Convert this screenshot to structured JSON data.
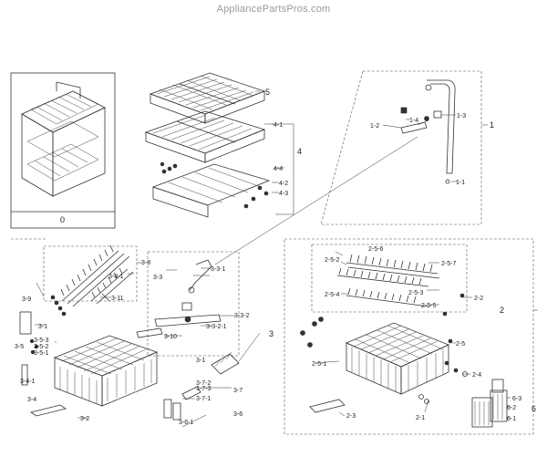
{
  "watermark": "AppliancePartsPros.com",
  "labels": {
    "p0": "0",
    "p5": "5",
    "p4_1": "4-1",
    "p4": "4",
    "p4_4": "4-4",
    "p4_2": "4-2",
    "p4_3": "4-3",
    "p1": "1",
    "p1_1": "1-1",
    "p1_2": "1-2",
    "p1_3": "1-3",
    "p1_4": "1-4",
    "p3": "3",
    "p3_1a": "3-1",
    "p3_1b": "3-1",
    "p3_2": "3-2",
    "p3_3": "3-3",
    "p3_3_1": "3-3-1",
    "p3_3_2": "3-3-2",
    "p3_3_2_1": "3-3-2-1",
    "p3_4": "3-4",
    "p3_4_1": "3-4-1",
    "p3_5": "3-5",
    "p3_5_1": "3-5-1",
    "p3_5_2": "3-5-2",
    "p3_5_3": "3-5-3",
    "p3_6": "3-6",
    "p3_6_1": "3-6-1",
    "p3_7": "3-7",
    "p3_7_1": "3-7-1",
    "p3_7_2": "3-7-2",
    "p3_7_3": "3-7-3",
    "p3_8": "3-8",
    "p3_8_1": "3-8-1",
    "p3_9": "3-9",
    "p3_10": "3-10",
    "p3_11": "3-11",
    "p2": "2",
    "p2_1": "2-1",
    "p2_2": "2-2",
    "p2_3": "2-3",
    "p2_4": "2-4",
    "p2_5": "2-5",
    "p2_5_1": "2-5-1",
    "p2_5_2": "2-5-2",
    "p2_5_3": "2-5-3",
    "p2_5_4": "2-5-4",
    "p2_5_5": "2-5-5",
    "p2_5_6": "2-5-6",
    "p2_5_7": "2-5-7",
    "p6": "6",
    "p6_1": "6-1",
    "p6_2": "6-2",
    "p6_3": "6-3"
  }
}
